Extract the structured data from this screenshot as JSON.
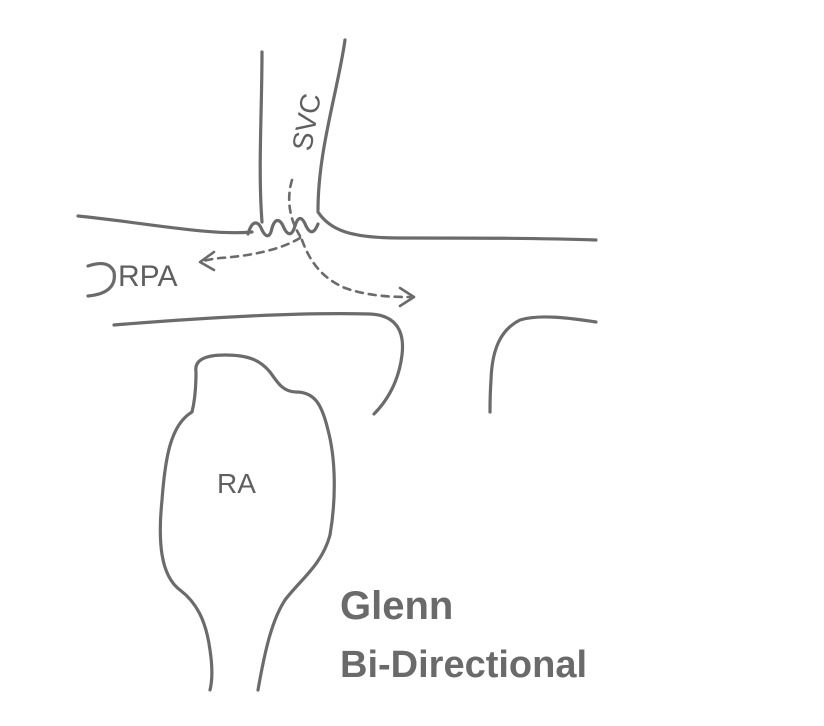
{
  "labels": {
    "svc": "SVC",
    "rpa": "RPA",
    "ra": "RA"
  },
  "caption": {
    "line1": "Glenn",
    "line2": "Bi-Directional"
  }
}
